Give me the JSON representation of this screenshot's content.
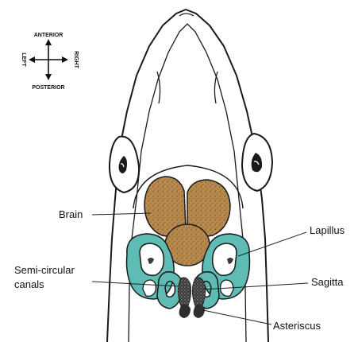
{
  "compass": {
    "anterior": "ANTERIOR",
    "posterior": "POSTERIOR",
    "left": "LEFT",
    "right": "RIGHT"
  },
  "labels": {
    "brain": "Brain",
    "lapillus": "Lapillus",
    "semicircular_line1": "Semi-circular",
    "semicircular_line2": "canals",
    "sagitta": "Sagitta",
    "asteriscus": "Asteriscus"
  },
  "colors": {
    "brain": "#b88a4e",
    "canals": "#5fbcb4",
    "otolith": "#3a3a3a",
    "outline": "#1a1a1a"
  }
}
